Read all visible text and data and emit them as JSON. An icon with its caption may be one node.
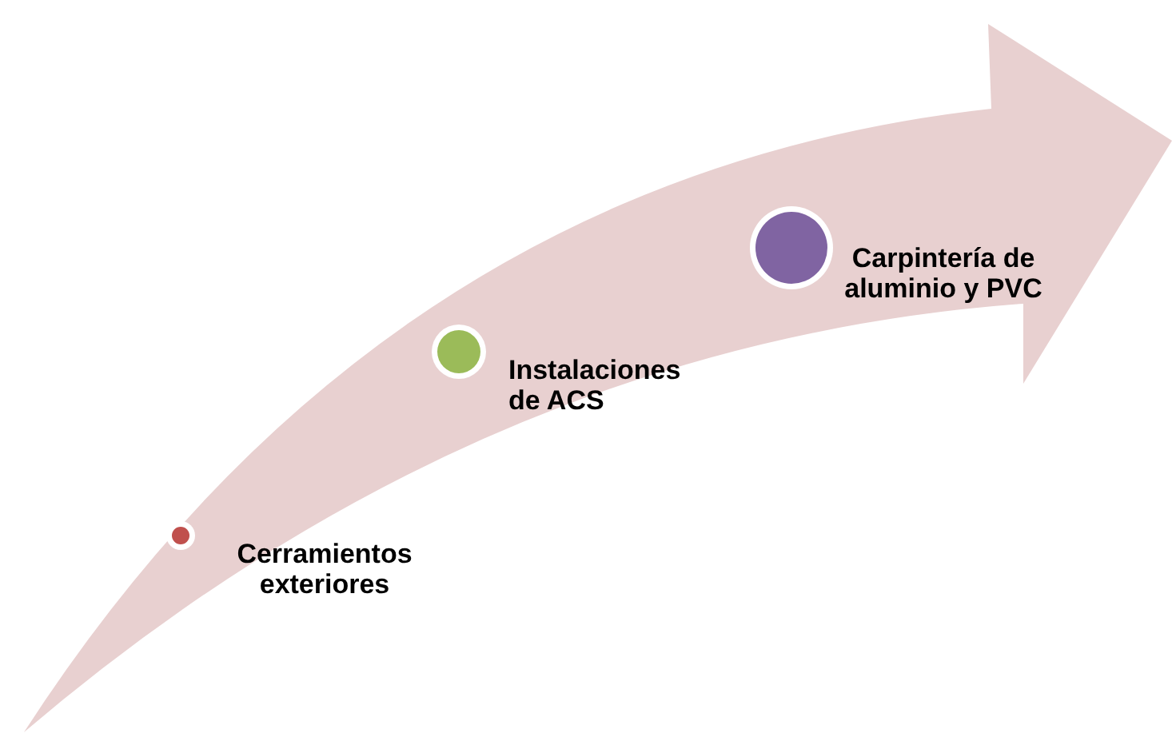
{
  "diagram": {
    "nodes": [
      {
        "text": [
          "Cerramientos exteriores"
        ]
      },
      {
        "text": [
          "Instalaciones de ACS"
        ]
      },
      {
        "text": [
          "Carpintería de aluminio y PVC"
        ]
      }
    ]
  }
}
